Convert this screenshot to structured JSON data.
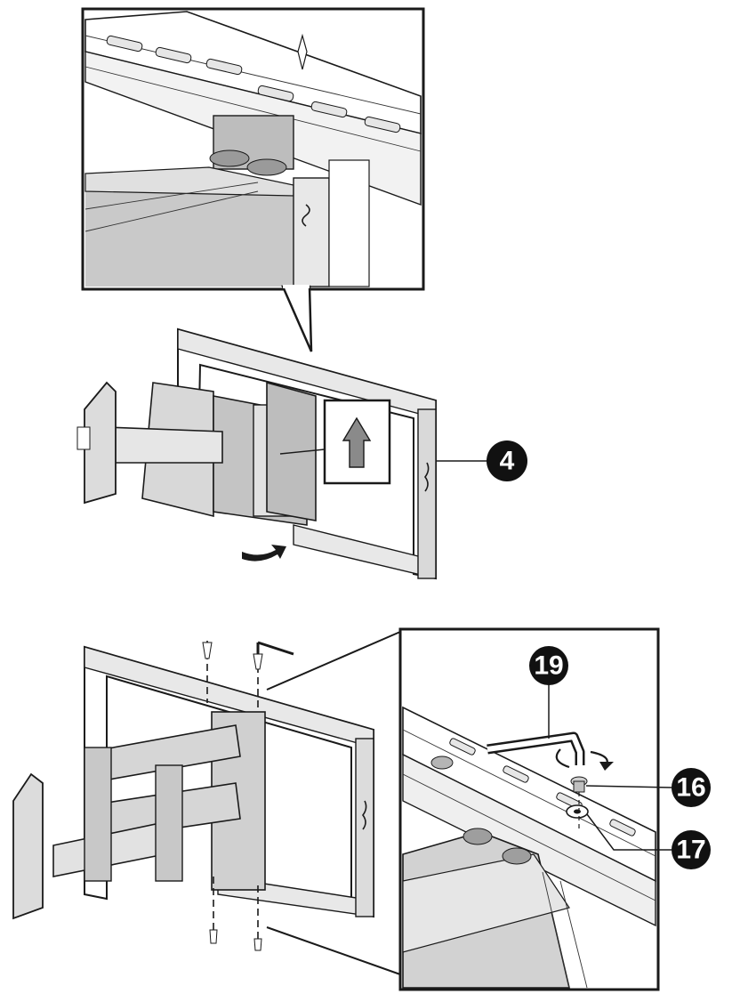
{
  "callouts": {
    "wall_plate": "4",
    "hex_key": "19",
    "bolt": "16",
    "washer": "17"
  },
  "colors": {
    "ink": "#1a1a1a",
    "callout_fill": "#111111",
    "shade": "#c9c9c9"
  },
  "icons": [
    "up-arrow-icon",
    "rotate-arrow-icon",
    "hex-key-icon",
    "bolt-icon",
    "washer-icon"
  ]
}
